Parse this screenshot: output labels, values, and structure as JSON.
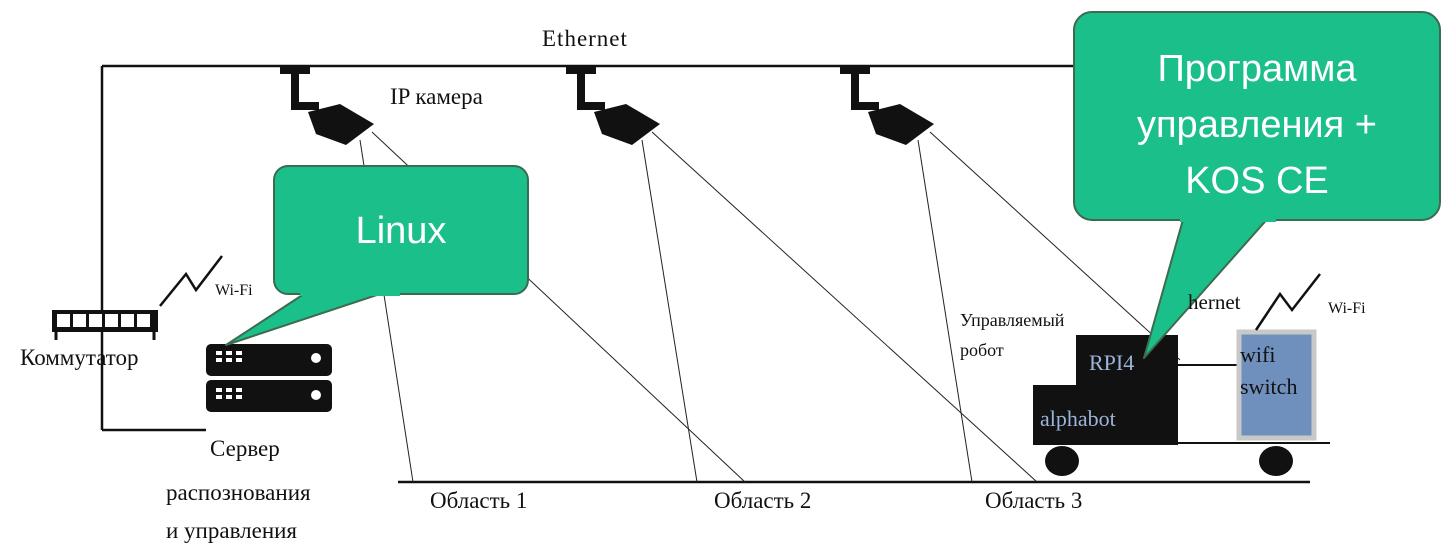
{
  "network": {
    "ethernet_label": "Ethernet",
    "ethernet_label_partial": "hernet"
  },
  "cameras": {
    "label": "IP камера"
  },
  "switch": {
    "label": "Коммутатор",
    "wifi_label": "Wi-Fi"
  },
  "server": {
    "label_line1": "Сервер",
    "label_line2": "распознования",
    "label_line3": "и управления"
  },
  "robot": {
    "label_line1": "Управляемый",
    "label_line2": "робот",
    "rpi_label": "RPI4",
    "base_label": "alphabot",
    "wifi_switch_line1": "wifi",
    "wifi_switch_line2": "switch",
    "wifi_label": "Wi-Fi"
  },
  "areas": [
    {
      "label": "Область 1"
    },
    {
      "label": "Область 2"
    },
    {
      "label": "Область 3"
    }
  ],
  "callouts": {
    "linux": {
      "text": "Linux"
    },
    "program": {
      "line1": "Программа",
      "line2": "управления +",
      "line3": "KOS CE"
    }
  },
  "colors": {
    "callout_fill": "#1bbf8a",
    "callout_border": "#3d6b4f",
    "wifi_switch_fill": "#6f8fbd",
    "wifi_switch_border": "#c8c8c8",
    "robot_text": "#9db4d9"
  }
}
